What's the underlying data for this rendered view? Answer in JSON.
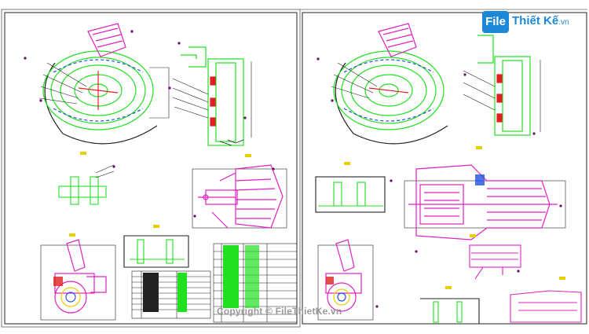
{
  "watermark": {
    "logo_badge": "File",
    "logo_text": "Thiết Kế",
    "logo_suffix": ".vn",
    "copyright": "Copyright © FileThietKe.vn"
  },
  "colors": {
    "green": "#20e020",
    "magenta": "#e020c0",
    "dark": "#222222",
    "red": "#e02020",
    "blue": "#2050e0",
    "yellow": "#e8d000",
    "purple": "#6a0a6a"
  },
  "sheets": [
    "left-drawing-sheet",
    "right-drawing-sheet"
  ]
}
